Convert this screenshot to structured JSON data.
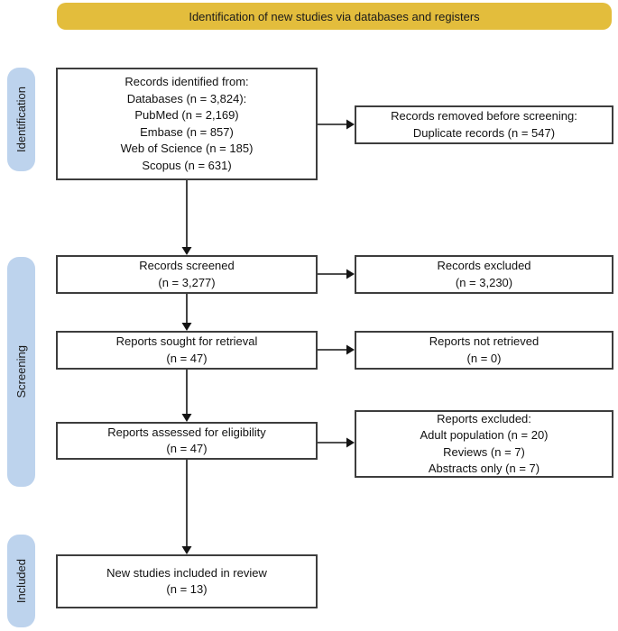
{
  "banner": {
    "label": "Identification of new studies via databases and registers",
    "bg_color": "#e3bd3c"
  },
  "sidebar": {
    "bg_color": "#bdd3ed",
    "stages": [
      {
        "label": "Identification"
      },
      {
        "label": "Screening"
      },
      {
        "label": "Included"
      }
    ]
  },
  "flow": {
    "main_boxes": [
      {
        "id": "records-identified",
        "lines": [
          "Records identified from:",
          "Databases (n = 3,824):",
          "PubMed (n = 2,169)",
          "Embase (n = 857)",
          "Web of Science (n = 185)",
          "Scopus (n = 631)"
        ]
      },
      {
        "id": "records-screened",
        "lines": [
          "Records screened",
          "(n = 3,277)"
        ]
      },
      {
        "id": "reports-sought",
        "lines": [
          "Reports sought for retrieval",
          "(n = 47)"
        ]
      },
      {
        "id": "reports-assessed",
        "lines": [
          "Reports assessed for eligibility",
          "(n = 47)"
        ]
      },
      {
        "id": "studies-included",
        "lines": [
          "New studies included in review",
          "(n = 13)"
        ]
      }
    ],
    "side_boxes": [
      {
        "id": "records-removed",
        "lines": [
          "Records removed before screening:",
          "Duplicate records (n = 547)"
        ]
      },
      {
        "id": "records-excluded",
        "lines": [
          "Records excluded",
          "(n = 3,230)"
        ]
      },
      {
        "id": "reports-not-retrieved",
        "lines": [
          "Reports not retrieved",
          "(n = 0)"
        ]
      },
      {
        "id": "reports-excluded",
        "lines": [
          "Reports excluded:",
          "Adult population (n = 20)",
          "Reviews (n = 7)",
          "Abstracts only (n = 7)"
        ]
      }
    ]
  }
}
